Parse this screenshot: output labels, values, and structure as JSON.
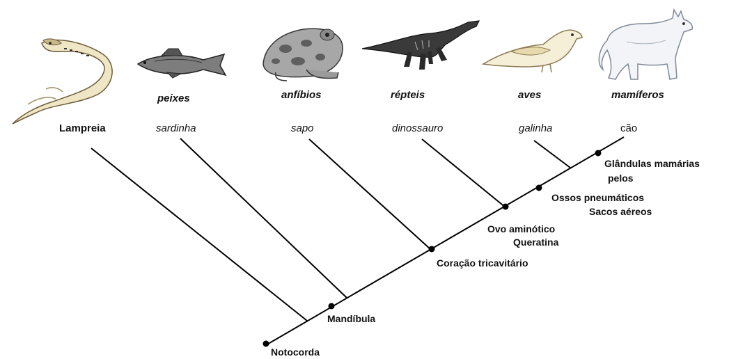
{
  "groups": {
    "fish": "peixes",
    "amphibians": "anfíbios",
    "reptiles": "répteis",
    "birds": "aves",
    "mammals": "mamíferos"
  },
  "taxa": {
    "lamprey": "Lampreia",
    "sardine": "sardinha",
    "toad": "sapo",
    "dinosaur": "dinossauro",
    "chicken": "galinha",
    "dog": "cão"
  },
  "traits": {
    "notochord": "Notocorda",
    "jaw": "Mandíbula",
    "three_chambered_heart": "Coração tricavitário",
    "amniotic_egg": "Ovo aminótico",
    "keratin": "Queratina",
    "pneumatic_bones": "Ossos pneumáticos",
    "air_sacs": "Sacos aéreos",
    "mammary_glands": "Glândulas mamárias",
    "hair": "pelos"
  },
  "illustrations": {
    "lamprey": "lamprey-icon",
    "fish": "fish-icon",
    "frog": "frog-icon",
    "dinosaur": "dinosaur-icon",
    "bird": "bird-icon",
    "wolf": "wolf-icon"
  }
}
